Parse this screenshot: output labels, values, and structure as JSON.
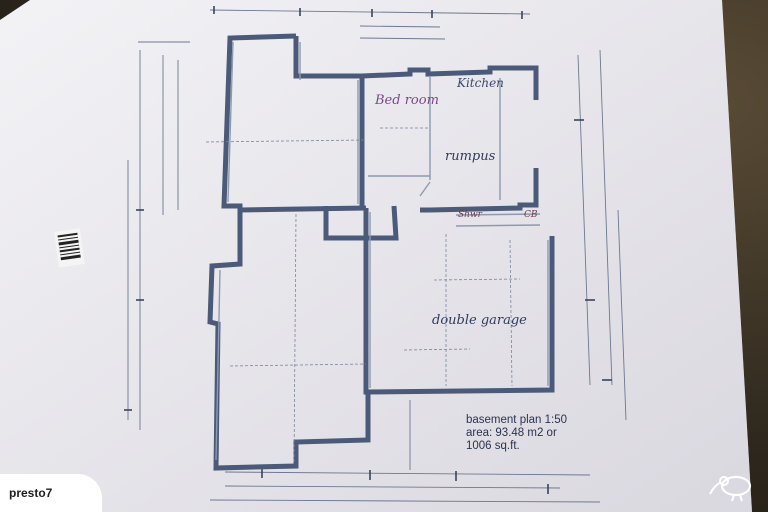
{
  "rooms": {
    "bedroom": "Bed room",
    "kitchen": "Kitchen",
    "rumpus": "rumpus",
    "garage": "double garage",
    "shower": "Shwr",
    "cupboard": "CB"
  },
  "plan_info": {
    "line1": "basement plan 1:50",
    "line2": "area: 93.48 m2 or",
    "line3": "1006 sq.ft."
  },
  "watermark": {
    "brand": "presto7"
  },
  "icons": {
    "brand_logo": "kiwi-bird-icon",
    "barcode": "barcode-sticker"
  },
  "colors": {
    "paper": "#ecebf0",
    "wall_ink": "#4a5a78",
    "pen_purple": "#7a4a86",
    "pen_blue": "#2f3b60"
  }
}
